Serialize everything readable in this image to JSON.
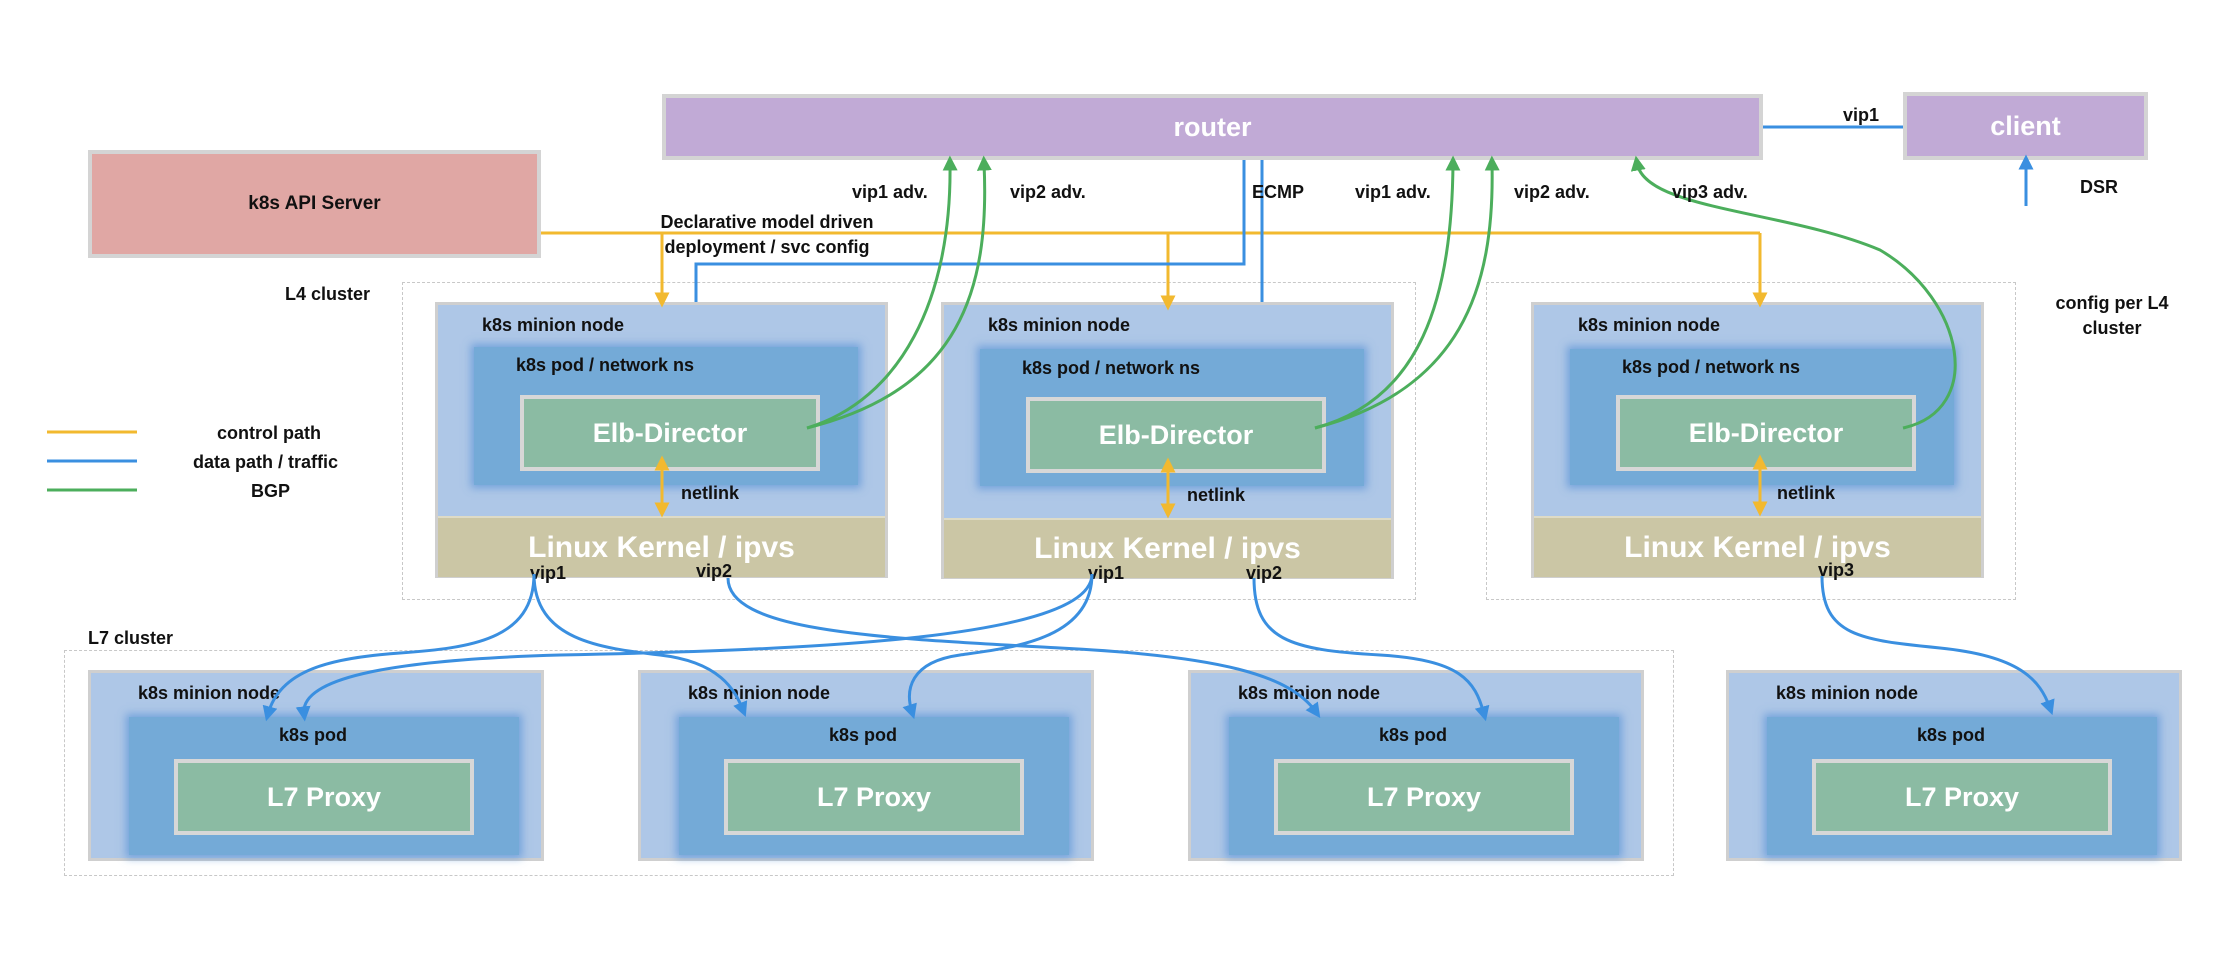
{
  "router": {
    "label": "router"
  },
  "client": {
    "label": "client"
  },
  "api_server": {
    "label": "k8s API Server"
  },
  "labels": {
    "vip1_client": "vip1",
    "dsr": "DSR",
    "ecmp": "ECMP",
    "declarative_line1": "Declarative model driven",
    "declarative_line2": "deployment / svc config",
    "l4_cluster": "L4 cluster",
    "l7_cluster": "L7 cluster",
    "config_per_l4_line1": "config per  L4",
    "config_per_l4_line2": "cluster",
    "adv_a": "vip1 adv.",
    "adv_b": "vip2 adv.",
    "adv_c": "vip1 adv.",
    "adv_d": "vip2 adv.",
    "adv_e": "vip3 adv."
  },
  "legend": {
    "control": "control path",
    "data": "data path / traffic",
    "bgp": "BGP"
  },
  "l4_nodes": [
    {
      "title": "k8s minion node",
      "pod": "k8s pod / network ns",
      "director": "Elb-Director",
      "netlink": "netlink",
      "kernel": "Linux Kernel / ipvs",
      "vip_left": "vip1",
      "vip_right": "vip2"
    },
    {
      "title": "k8s minion node",
      "pod": "k8s pod / network ns",
      "director": "Elb-Director",
      "netlink": "netlink",
      "kernel": "Linux Kernel / ipvs",
      "vip_left": "vip1",
      "vip_right": "vip2"
    },
    {
      "title": "k8s minion node",
      "pod": "k8s pod / network ns",
      "director": "Elb-Director",
      "netlink": "netlink",
      "kernel": "Linux Kernel / ipvs",
      "vip_left": "vip3",
      "vip_right": ""
    }
  ],
  "l7_nodes": [
    {
      "title": "k8s minion node",
      "pod": "k8s pod",
      "proxy": "L7 Proxy"
    },
    {
      "title": "k8s minion node",
      "pod": "k8s pod",
      "proxy": "L7 Proxy"
    },
    {
      "title": "k8s minion node",
      "pod": "k8s pod",
      "proxy": "L7 Proxy"
    },
    {
      "title": "k8s minion node",
      "pod": "k8s pod",
      "proxy": "L7 Proxy"
    }
  ],
  "colors": {
    "control": "#f2b92f",
    "data": "#3a8fe0",
    "bgp": "#4cae5c",
    "router": "#c1aad6",
    "api_server": "#e0a7a4",
    "director": "#8bbba3",
    "kernel": "#cbc6a5",
    "minion": "#aec7e7",
    "pod": "#74aad7"
  }
}
